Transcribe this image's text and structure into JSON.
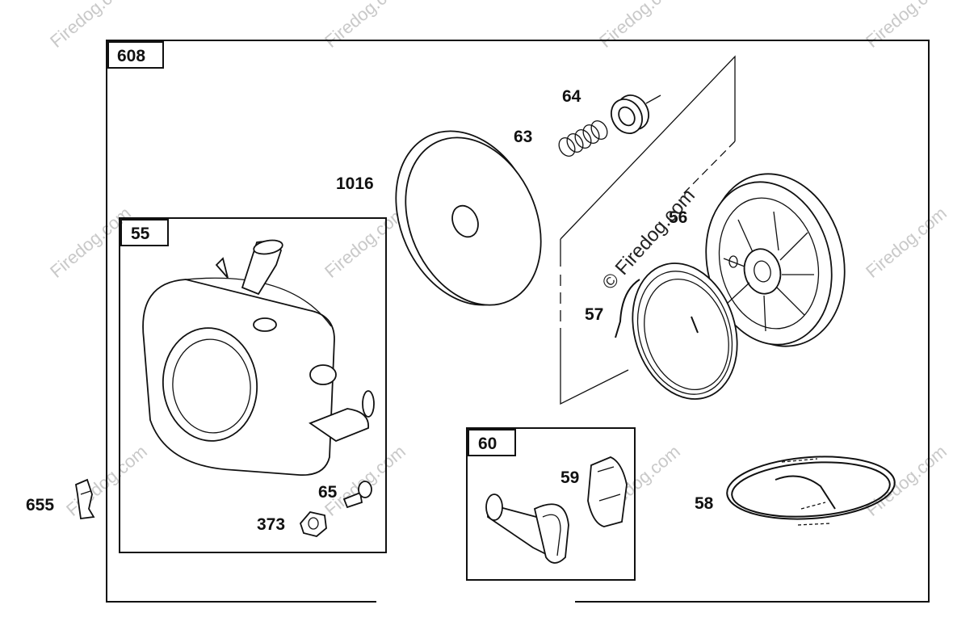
{
  "title": "",
  "watermark": {
    "text": "© Firedog.com",
    "tile_text": "Firedog.com"
  },
  "boxes": {
    "main": "608",
    "housing": "55",
    "handle": "60"
  },
  "parts": {
    "p1016": "1016",
    "p63": "63",
    "p64": "64",
    "p56": "56",
    "p57": "57",
    "p55": "55",
    "p65": "65",
    "p373": "373",
    "p655": "655",
    "p59": "59",
    "p58": "58"
  },
  "colors": {
    "ink": "#111111",
    "watermark": "#c9c9c9",
    "background": "#ffffff"
  }
}
